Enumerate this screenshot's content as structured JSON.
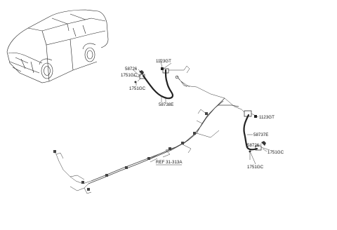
{
  "labels": {
    "bolt_upper_front": "1123GT",
    "clip_upper": "58726",
    "clip_upper_a": "1751GC",
    "clip_upper_b": "1751GC",
    "hose_front": "58738E",
    "bolt_upper_rear": "1123GT",
    "hose_rear": "58737E",
    "clip_lower": "58726",
    "clip_lower_a": "1751GC",
    "clip_lower_b": "1751GC",
    "ref": "REF 31-313A"
  }
}
